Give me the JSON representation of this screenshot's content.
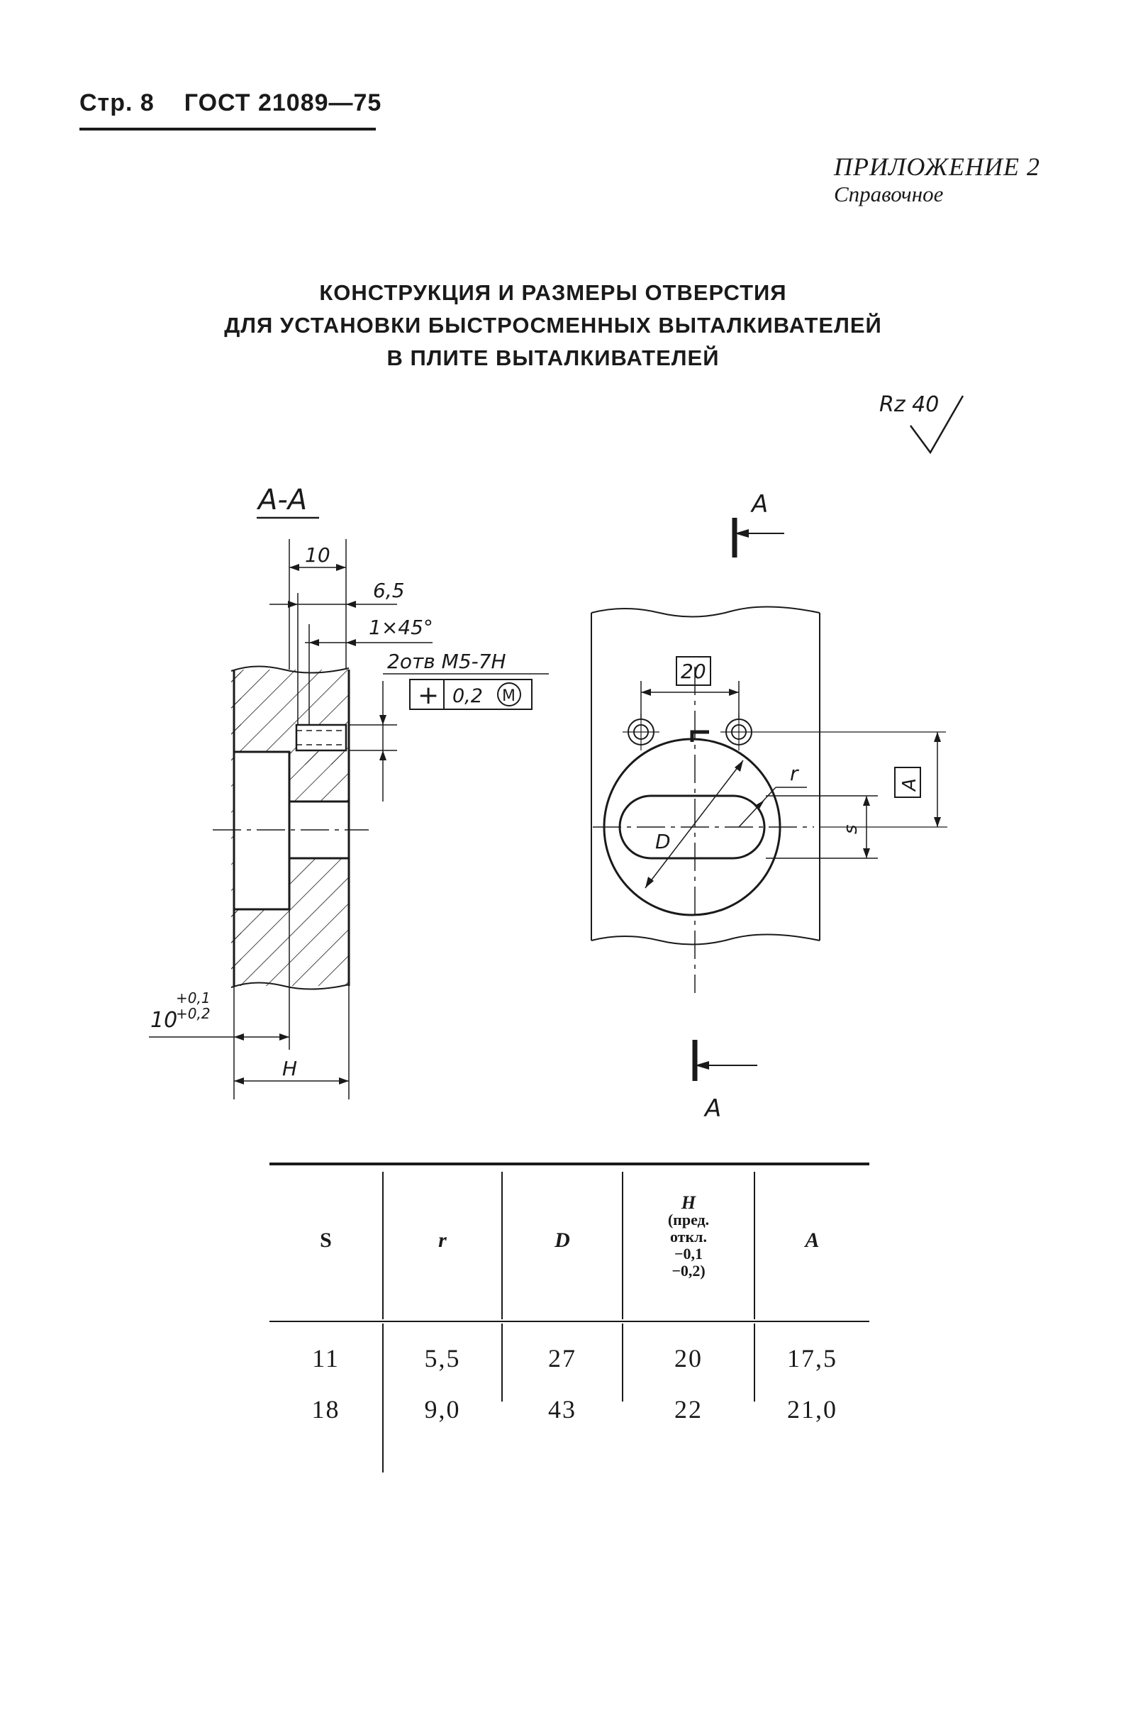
{
  "header": {
    "page": "Стр. 8",
    "standard": "ГОСТ 21089—75"
  },
  "appendix": {
    "title": "ПРИЛОЖЕНИЕ 2",
    "subtitle": "Справочное"
  },
  "title": {
    "line1": "КОНСТРУКЦИЯ И РАЗМЕРЫ ОТВЕРСТИЯ",
    "line2": "ДЛЯ УСТАНОВКИ БЫСТРОСМЕННЫХ ВЫТАЛКИВАТЕЛЕЙ",
    "line3": "В ПЛИТЕ ВЫТАЛКИВАТЕЛЕЙ"
  },
  "drawing": {
    "roughness": "Rz 40",
    "section_label": "А-А",
    "dim_10": "10",
    "dim_6_5": "6,5",
    "chamfer": "1×45°",
    "holes": "2отв М5-7Н",
    "tolerance_symbol": "+",
    "tolerance_value": "0,2",
    "tolerance_modifier": "М",
    "depth_base": "10",
    "depth_upper": "+0,1",
    "depth_lower": "+0,2",
    "dim_H": "Н",
    "view_label_top": "А",
    "view_label_bottom": "А",
    "dim_20": "20",
    "datum_A": "А",
    "dim_r": "r",
    "dim_D": "D",
    "dim_s": "s"
  },
  "table": {
    "headers": {
      "s": "S",
      "r": "r",
      "D": "D",
      "H": "H",
      "H_note1": "(пред.",
      "H_note2": "откл.",
      "H_note3": "−0,1",
      "H_note4": "−0,2)",
      "A": "A"
    },
    "rows": [
      {
        "s": "11",
        "r": "5,5",
        "D": "27",
        "H": "20",
        "A": "17,5"
      },
      {
        "s": "18",
        "r": "9,0",
        "D": "43",
        "H": "22",
        "A": "21,0"
      }
    ]
  }
}
